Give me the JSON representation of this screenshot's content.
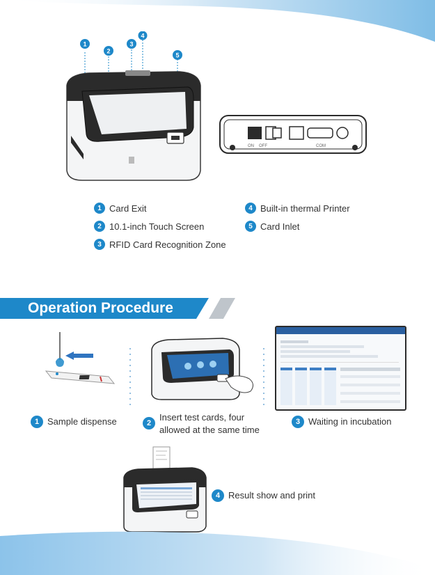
{
  "components": [
    {
      "num": "1",
      "label": "Card Exit"
    },
    {
      "num": "2",
      "label": "10.1-inch Touch Screen"
    },
    {
      "num": "3",
      "label": "RFID Card Recognition Zone"
    },
    {
      "num": "4",
      "label": "Built-in thermal Printer"
    },
    {
      "num": "5",
      "label": "Card Inlet"
    }
  ],
  "section_title": "Operation Procedure",
  "steps": [
    {
      "num": "1",
      "line1": "Sample dispense",
      "line2": ""
    },
    {
      "num": "2",
      "line1": "Insert test cards, four",
      "line2": "allowed at the same time"
    },
    {
      "num": "3",
      "line1": "Waiting in incubation",
      "line2": ""
    },
    {
      "num": "4",
      "line1": "Result show and print",
      "line2": ""
    }
  ],
  "back_panel_labels": {
    "on": "ON",
    "off": "OFF",
    "com": "COM"
  },
  "colors": {
    "accent": "#1e88c9",
    "stripe": "#bfc5cb",
    "wave": "#8cc3ea"
  },
  "icons": [
    "device-front-illustration",
    "device-back-illustration",
    "pipette-illustration",
    "monitor-screen-illustration",
    "printer-device-illustration"
  ]
}
